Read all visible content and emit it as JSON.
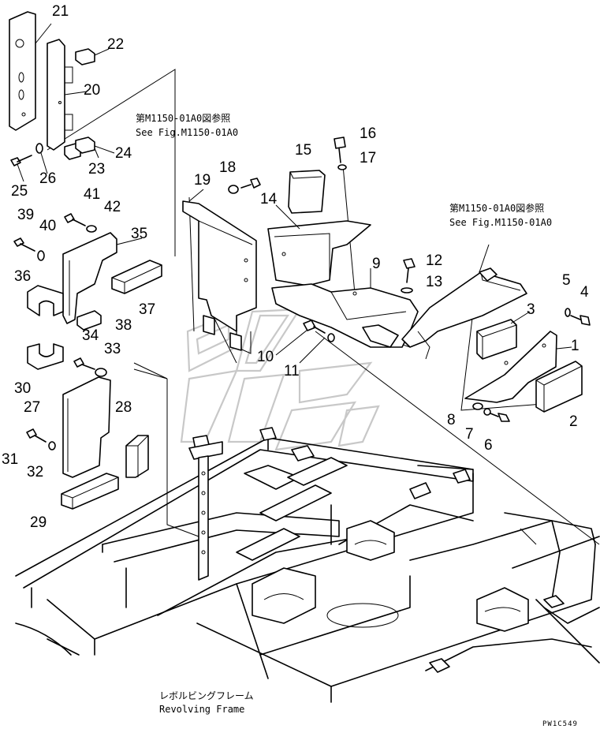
{
  "references": {
    "left_jp": "第M1150-01A0図参照",
    "left_en": "See Fig.M1150-01A0",
    "right_jp": "第M1150-01A0図参照",
    "right_en": "See Fig.M1150-01A0"
  },
  "caption": {
    "jp": "レボルビングフレーム",
    "en": "Revolving Frame"
  },
  "drawing_code": "PW1C549",
  "callouts": [
    "1",
    "2",
    "3",
    "4",
    "5",
    "6",
    "7",
    "8",
    "9",
    "10",
    "11",
    "12",
    "13",
    "14",
    "15",
    "16",
    "17",
    "18",
    "19",
    "20",
    "21",
    "22",
    "23",
    "24",
    "25",
    "26",
    "27",
    "28",
    "29",
    "30",
    "31",
    "32",
    "33",
    "34",
    "35",
    "36",
    "37",
    "38",
    "39",
    "40",
    "41",
    "42"
  ]
}
